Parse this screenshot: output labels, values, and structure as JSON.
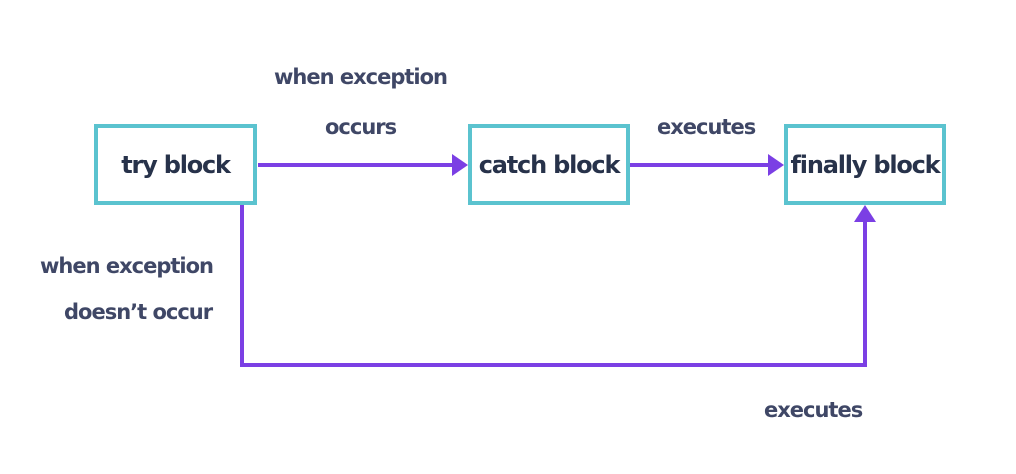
{
  "nodes": {
    "try": "try block",
    "catch": "catch block",
    "finally": "finally block"
  },
  "labels": {
    "exception_occurs_line1": "when exception",
    "exception_occurs_line2": "occurs",
    "catch_executes": "executes",
    "no_exception_line1": "when exception",
    "no_exception_line2": "doesn’t occur",
    "finally_executes": "executes"
  },
  "colors": {
    "arrow": "#7b3fe4",
    "box_border": "#5bc3cf",
    "text": "#27324a"
  }
}
